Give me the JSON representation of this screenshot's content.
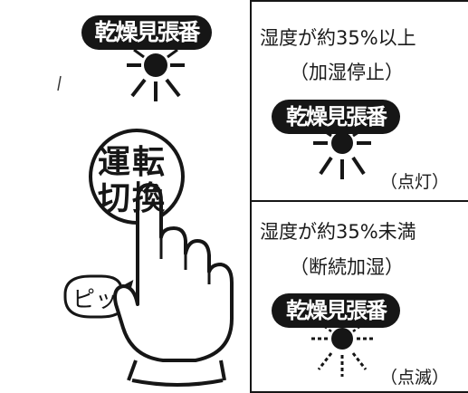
{
  "indicator": {
    "label": "乾燥見張番"
  },
  "button": {
    "line1": "運転",
    "line2": "切換"
  },
  "sound": {
    "label": "ピッ"
  },
  "states": [
    {
      "condition": "湿度が約35%以上",
      "mode": "（加湿停止）",
      "status": "（点灯）"
    },
    {
      "condition": "湿度が約35%未満",
      "mode": "（断続加湿）",
      "status": "（点滅）"
    }
  ]
}
